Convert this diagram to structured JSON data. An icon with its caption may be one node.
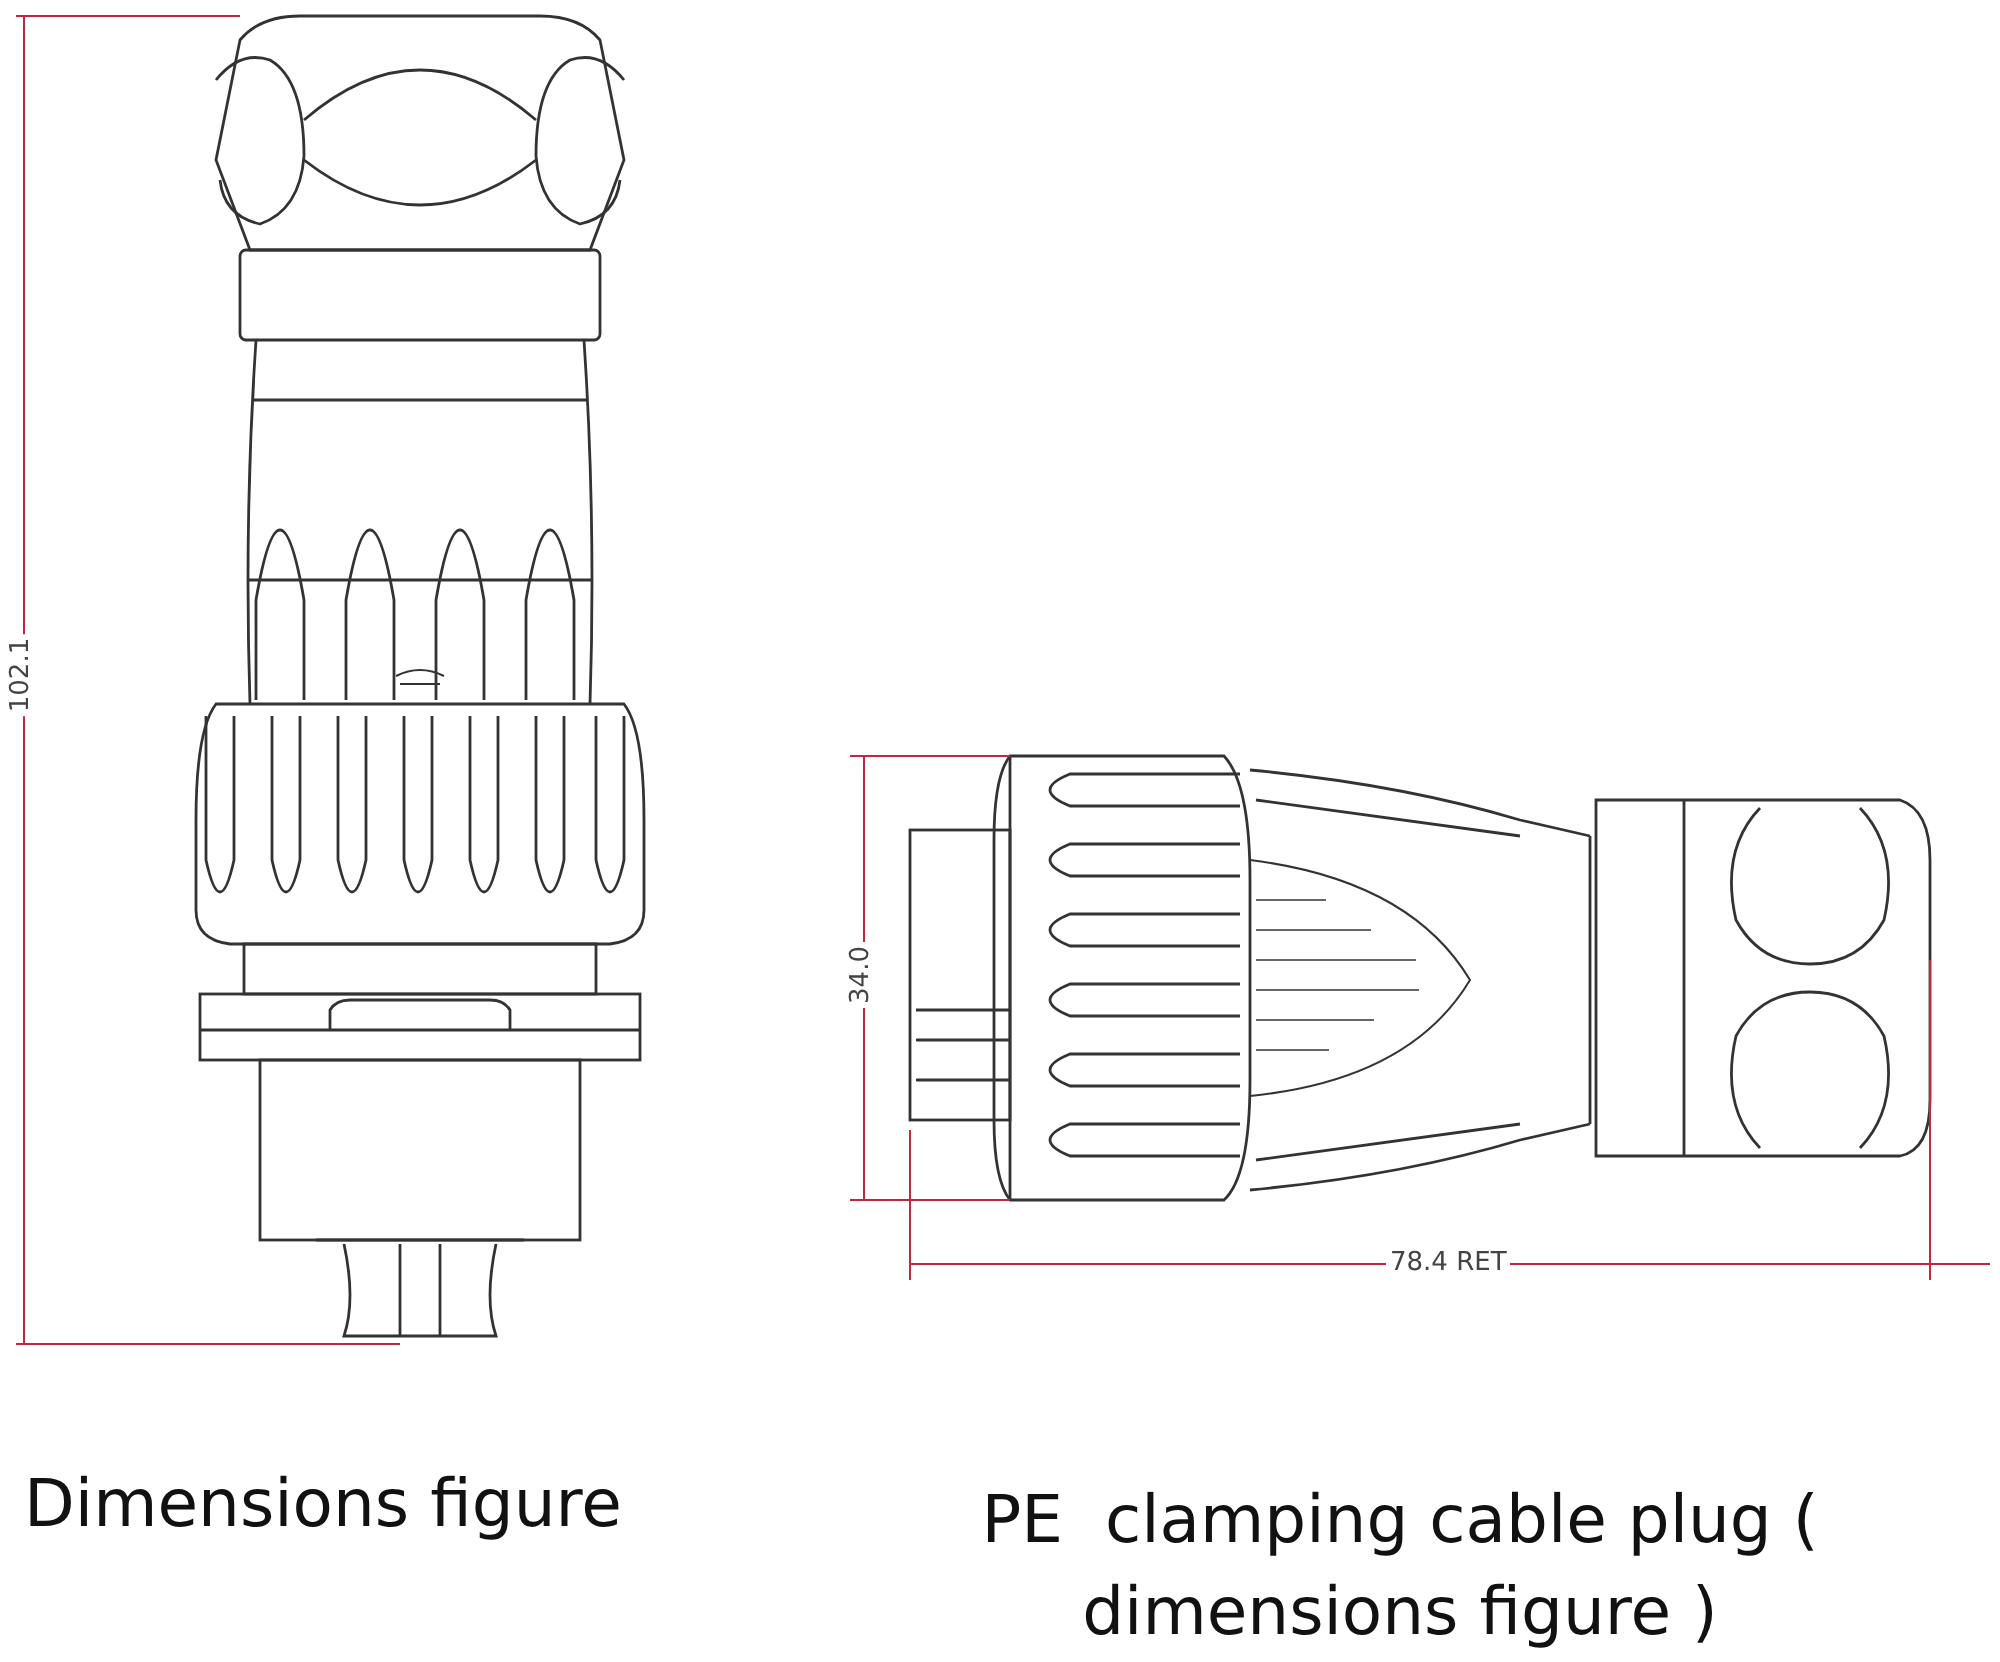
{
  "diagram": {
    "labels": [
      "102.1",
      "Dimensions figure",
      "34.0",
      "78.4 RET",
      "PE  clamping cable plug ( dimensions figure )"
    ]
  }
}
